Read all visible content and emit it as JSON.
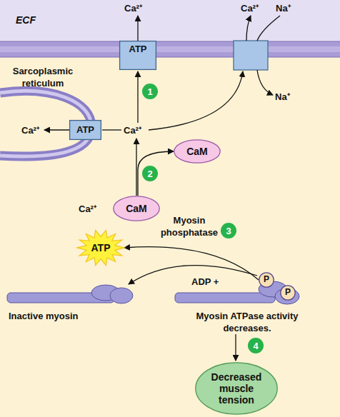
{
  "diagram": {
    "nodes": [
      {
        "text": [
          "ATP"
        ]
      },
      {
        "text": [
          "ATP"
        ]
      },
      {
        "text": [
          "CaM"
        ]
      },
      {
        "text": [
          "CaM"
        ]
      },
      {
        "text": [
          "ATP"
        ]
      },
      {
        "text": [
          "P"
        ]
      },
      {
        "text": [
          "P"
        ]
      },
      {
        "text": [
          "Decreased muscle tension"
        ]
      }
    ],
    "edges": [
      {
        "from": 3,
        "to": 2,
        "arrow": "to"
      },
      {
        "from": 5,
        "to": 4,
        "arrow": "to"
      }
    ],
    "labels": [
      "ECF",
      "Ca²⁺",
      "Ca²⁺",
      "Na⁺",
      "Sarcoplasmic reticulum",
      "Na⁺",
      "1",
      "Ca²⁺",
      "Ca²⁺",
      "2",
      "Ca²⁺",
      "Myosin phosphatase",
      "3",
      "ADP +",
      "Inactive myosin",
      "Myosin ATPase activity decreases.",
      "4"
    ]
  }
}
